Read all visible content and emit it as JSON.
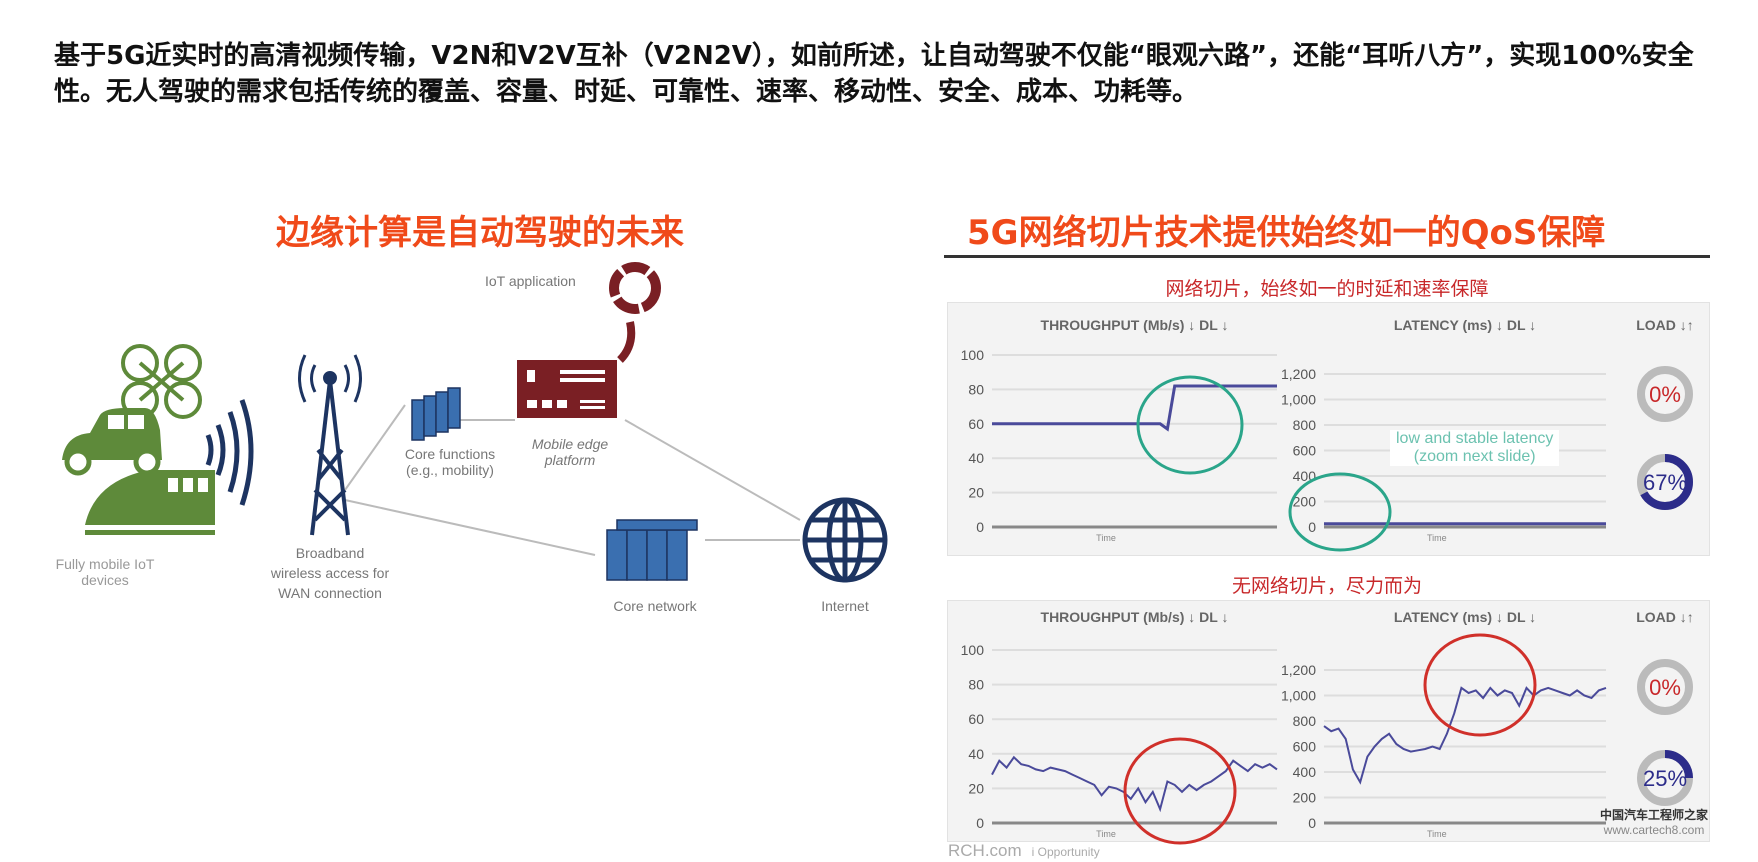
{
  "paragraph": "基于5G近实时的高清视频传输，V2N和V2V互补（V2N2V），如前所述，让自动驾驶不仅能“眼观六路”，还能“耳听八方”，实现100%安全性。无人驾驶的需求包括传统的覆盖、容量、时延、可靠性、速率、移动性、安全、成本、功耗等。",
  "left": {
    "title": "边缘计算是自动驾驶的未来",
    "labels": {
      "iot_app": "IoT application",
      "core_functions_1": "Core functions",
      "core_functions_2": "(e.g., mobility)",
      "mep_1": "Mobile edge",
      "mep_2": "platform",
      "devices_1": "Fully mobile IoT",
      "devices_2": "devices",
      "bb_1": "Broadband",
      "bb_2": "wireless access for",
      "bb_3": "WAN connection",
      "core_network": "Core network",
      "internet": "Internet"
    },
    "colors": {
      "devices": "#5e8a3a",
      "mep": "#7a1f24",
      "network": "#1d3461"
    }
  },
  "right": {
    "title": "5G网络切片技术提供始终如一的QoS保障",
    "with_slicing_caption": "网络切片，始终如一的时延和速率保障",
    "without_slicing_caption": "无网络切片，尽力而为",
    "annotation_1": "low and  stable latency",
    "annotation_2": "(zoom next slide)",
    "watermark_left_1": "RCH.com",
    "watermark_left_2": "i Opportunity",
    "watermark_right_1": "中国汽车工程师之家",
    "watermark_right_2": "www.cartech8.com"
  },
  "chart_data": [
    {
      "type": "line",
      "panel": "with-slicing",
      "title": "THROUGHPUT (Mb/s) ↓ DL ↓",
      "xlabel": "Time",
      "ylim": [
        0,
        100
      ],
      "yticks": [
        "100",
        "80",
        "60",
        "40",
        "20",
        "0"
      ],
      "grid": true,
      "highlight": "#2aa58a",
      "values": [
        60,
        60,
        60,
        60,
        60,
        60,
        60,
        60,
        60,
        60,
        60,
        60,
        60,
        60,
        60,
        60,
        60,
        60,
        60,
        60,
        60,
        60,
        60,
        60,
        57,
        82,
        82,
        82,
        82,
        82,
        82,
        82,
        82,
        82,
        82,
        82,
        82,
        82,
        82,
        82
      ]
    },
    {
      "type": "line",
      "panel": "with-slicing",
      "title": "LATENCY (ms) ↓ DL ↓",
      "xlabel": "Time",
      "ylim": [
        0,
        1200
      ],
      "yticks": [
        "1,200",
        "1,000",
        "800",
        "600",
        "400",
        "200",
        "0"
      ],
      "grid": true,
      "highlight": "#2aa58a",
      "values": [
        25,
        25,
        25,
        25,
        25,
        25,
        25,
        25,
        25,
        25,
        25,
        25,
        25,
        25,
        25,
        25,
        25,
        25,
        25,
        25,
        25,
        25,
        25,
        25,
        25,
        25,
        25,
        25,
        25,
        25,
        25,
        25,
        25,
        25,
        25,
        25,
        25,
        25,
        25,
        25
      ]
    },
    {
      "type": "gauge",
      "panel": "with-slicing",
      "title": "LOAD ↓↑",
      "gauges": [
        {
          "label": "0%",
          "value": 0,
          "color": "#c8282a"
        },
        {
          "label": "67%",
          "value": 67,
          "color": "#2c2c8a"
        }
      ]
    },
    {
      "type": "line",
      "panel": "without-slicing",
      "title": "THROUGHPUT (Mb/s) ↓ DL ↓",
      "xlabel": "Time",
      "ylim": [
        0,
        100
      ],
      "yticks": [
        "100",
        "80",
        "60",
        "40",
        "20",
        "0"
      ],
      "grid": true,
      "highlight": "#d0302a",
      "values": [
        28,
        36,
        32,
        38,
        34,
        33,
        31,
        30,
        32,
        31,
        30,
        28,
        26,
        24,
        22,
        16,
        21,
        20,
        18,
        14,
        20,
        12,
        18,
        8,
        24,
        22,
        18,
        22,
        19,
        22,
        24,
        27,
        30,
        36,
        33,
        30,
        34,
        32,
        34,
        31
      ]
    },
    {
      "type": "line",
      "panel": "without-slicing",
      "title": "LATENCY (ms) ↓ DL ↓",
      "xlabel": "Time",
      "ylim": [
        0,
        1200
      ],
      "yticks": [
        "1,200",
        "1,000",
        "800",
        "600",
        "400",
        "200",
        "0"
      ],
      "grid": true,
      "highlight": "#d0302a",
      "values": [
        760,
        720,
        740,
        660,
        420,
        320,
        520,
        600,
        660,
        700,
        620,
        580,
        560,
        570,
        580,
        600,
        580,
        700,
        860,
        1060,
        1020,
        1040,
        980,
        1060,
        1000,
        1040,
        1020,
        920,
        1060,
        1000,
        1040,
        1060,
        1040,
        1020,
        1000,
        1040,
        1000,
        980,
        1040,
        1060
      ]
    },
    {
      "type": "gauge",
      "panel": "without-slicing",
      "title": "LOAD ↓↑",
      "gauges": [
        {
          "label": "0%",
          "value": 0,
          "color": "#c8282a"
        },
        {
          "label": "25%",
          "value": 25,
          "color": "#2c2c8a"
        }
      ]
    }
  ]
}
